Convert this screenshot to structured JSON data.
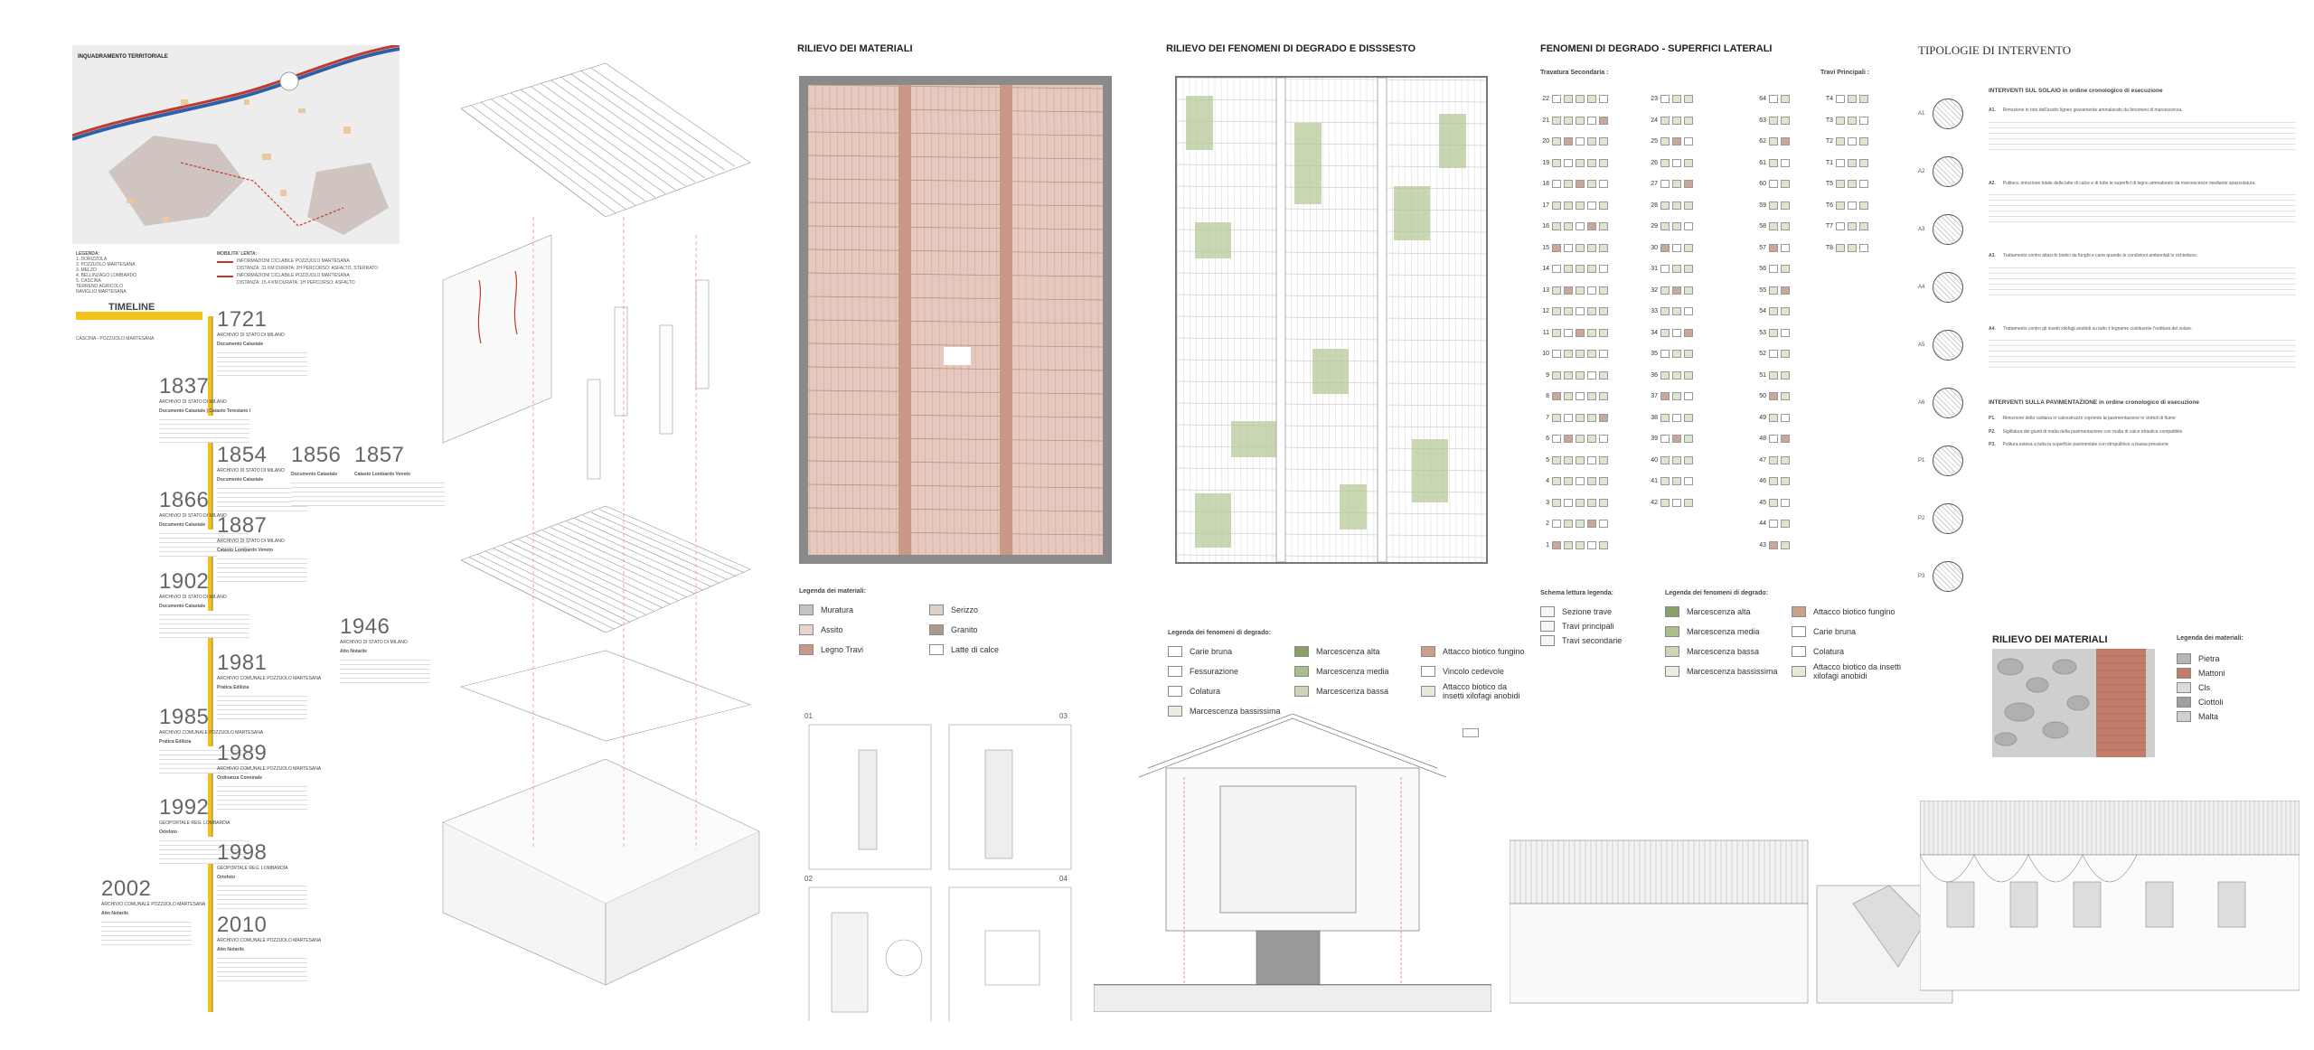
{
  "map": {
    "title": "INQUADRAMENTO TERRITORIALE",
    "legend_title": "LEGENDA:",
    "legend_items": [
      "1. DORIZZOLA",
      "2. POZZUOLO MARTESANA",
      "3. MELZO",
      "4. BELLINZAGO LOMBARDO",
      "5. CASCINA",
      "TERRENO AGRICOLO",
      "NAVIGLIO MARTESANA"
    ],
    "mobility_title": "MOBILITA' LENTA:",
    "mobility_items": [
      "INFORMAZIONI CICLABILE POZZUOLO MARTESANA",
      "DISTANZA: 31 KM DURATA: 2H PERCORSO: ASFALTO, STERRATO",
      "INFORMAZIONI CICLABILE POZZUOLO MARTESANA",
      "DISTANZA: 15.4 KM DURATA: 1H PERCORSO: ASFALTO"
    ]
  },
  "timeline": {
    "title": "TIMELINE",
    "subtitle": "CASCINA - POZZUOLO MARTESANA",
    "entries": [
      {
        "year": "1721",
        "label": "ARCHIVIO DI STATO DI MILANO",
        "doc": "Documento Catastale"
      },
      {
        "year": "1837",
        "label": "ARCHIVIO DI STATO DI MILANO",
        "doc": "Documento Catastale | Catasto Teresiano I"
      },
      {
        "year": "1854",
        "label": "ARCHIVIO DI STATO DI MILANO",
        "doc": "Documento Catastale"
      },
      {
        "year": "1856",
        "label": "",
        "doc": "Documento Catastale"
      },
      {
        "year": "1857",
        "label": "",
        "doc": "Catasto Lombardo Veneto"
      },
      {
        "year": "1866",
        "label": "ARCHIVIO DI STATO DI MILANO",
        "doc": "Documento Catastale"
      },
      {
        "year": "1887",
        "label": "ARCHIVIO DI STATO DI MILANO",
        "doc": "Catasto Lombardo Veneto"
      },
      {
        "year": "1902",
        "label": "ARCHIVIO DI STATO DI MILANO",
        "doc": "Documento Catastale"
      },
      {
        "year": "1946",
        "label": "ARCHIVIO DI STATO DI MILANO",
        "doc": "Atto Notarile"
      },
      {
        "year": "1981",
        "label": "ARCHIVIO COMUNALE POZZUOLO MARTESANA",
        "doc": "Pratica Edilizia"
      },
      {
        "year": "1985",
        "label": "ARCHIVIO COMUNALE POZZUOLO MARTESANA",
        "doc": "Pratica Edilizia"
      },
      {
        "year": "1989",
        "label": "ARCHIVIO COMUNALE POZZUOLO MARTESANA",
        "doc": "Ordinanza Comunale"
      },
      {
        "year": "1992",
        "label": "GEOPORTALE REG. LOMBARDIA",
        "doc": "Ortofoto"
      },
      {
        "year": "1998",
        "label": "GEOPORTALE REG. LOMBARDIA",
        "doc": "Ortofoto"
      },
      {
        "year": "2002",
        "label": "ARCHIVIO COMUNALE POZZUOLO MARTESANA",
        "doc": "Atto Notarile"
      },
      {
        "year": "2010",
        "label": "ARCHIVIO COMUNALE POZZUOLO MARTESANA",
        "doc": "Atto Notarile"
      }
    ]
  },
  "materials": {
    "title": "RILIEVO DEI MATERIALI",
    "legend_title": "Legenda dei materiali:",
    "legend": [
      {
        "label": "Muratura",
        "color": "#c4c4c4"
      },
      {
        "label": "Serizzo",
        "color": "#ddd0c6"
      },
      {
        "label": "Assito",
        "color": "#ead3cd"
      },
      {
        "label": "Granito",
        "color": "#a99a90"
      },
      {
        "label": "Legno Travi",
        "color": "#c99888"
      },
      {
        "label": "Latte di calce",
        "color": "#ffffff"
      }
    ],
    "section_labels": [
      "01",
      "03",
      "02",
      "04"
    ]
  },
  "degrado": {
    "title": "RILIEVO DEI FENOMENI DI DEGRADO E DISSSESTO",
    "legend_title": "Legenda dei fenomeni di degrado:",
    "legend": [
      {
        "label": "Carie bruna",
        "color": "#ffffff"
      },
      {
        "label": "Marcescenza alta",
        "color": "#8aa06a"
      },
      {
        "label": "Attacco biotico fungino",
        "color": "#c9a08a"
      },
      {
        "label": "Fessurazione",
        "color": "#ffffff"
      },
      {
        "label": "Marcescenza media",
        "color": "#aabd8c"
      },
      {
        "label": "Vincolo cedevole",
        "color": "#ffffff"
      },
      {
        "label": "Colatura",
        "color": "#ffffff"
      },
      {
        "label": "Marcescenza bassa",
        "color": "#ccd8b4"
      },
      {
        "label": "Attacco biotico da insetti xilofagi anobidi",
        "color": "#e4ecd8"
      },
      {
        "label": "Marcescenza bassissima",
        "color": "#e8eee0"
      }
    ]
  },
  "superfici": {
    "title": "FENOMENI DI DEGRADO - SUPERFICI LATERALI",
    "secondaria_title": "Travatura Secondaria :",
    "principali_title": "Travi Principali :",
    "col1": [
      "22",
      "21",
      "20",
      "19",
      "18",
      "17",
      "16",
      "15",
      "14",
      "13",
      "12",
      "11",
      "10",
      "9",
      "8",
      "7",
      "6",
      "5",
      "4",
      "3",
      "2",
      "1"
    ],
    "col2": [
      "23",
      "24",
      "25",
      "26",
      "27",
      "28",
      "29",
      "30",
      "31",
      "32",
      "33",
      "34",
      "35",
      "36",
      "37",
      "38",
      "39",
      "40",
      "41",
      "42"
    ],
    "col3": [
      "64",
      "63",
      "62",
      "61",
      "60",
      "59",
      "58",
      "57",
      "56",
      "55",
      "54",
      "53",
      "52",
      "51",
      "50",
      "49",
      "48",
      "47",
      "46",
      "45",
      "44",
      "43"
    ],
    "travi": [
      "T4",
      "T3",
      "T2",
      "T1",
      "T5",
      "T6",
      "T7",
      "T8"
    ],
    "schema_title": "Schema lettura legenda:",
    "schema": [
      "Sezione trave",
      "Travi principali",
      "Travi secondarie"
    ],
    "legend_title": "Legenda dei fenomeni di degrado:",
    "legend": [
      {
        "label": "Marcescenza alta",
        "color": "#8aa06a"
      },
      {
        "label": "Attacco biotico fungino",
        "color": "#c9a08a"
      },
      {
        "label": "Marcescenza media",
        "color": "#aabd8c"
      },
      {
        "label": "Carie bruna",
        "color": "#ffffff"
      },
      {
        "label": "Marcescenza bassa",
        "color": "#ccd8b4"
      },
      {
        "label": "Colatura",
        "color": "#ffffff"
      },
      {
        "label": "Marcescenza bassissima",
        "color": "#e8eee0"
      },
      {
        "label": "Attacco biotico da insetti xilofagi anobidi",
        "color": "#e4ecd8"
      }
    ]
  },
  "interventi": {
    "title": "TIPOLOGIE DI INTERVENTO",
    "solaio_title": "INTERVENTI SUL SOLAIO in ordine cronologico di esecuzione",
    "items": [
      {
        "code": "A1.",
        "text": "Rimozione in toto dell'assito ligneo gravemente ammalorato da fenomeni di marcescenza."
      },
      {
        "code": "A2.",
        "text": "Pulitura: rimozione totale della latte di calce e di tutte le superfici di legno ammalorato da marcescenze mediante spazzolatura."
      },
      {
        "code": "A3.",
        "text": "Trattamento contro attacchi biotici da funghi e carie quando le condizioni ambientali lo richiedono."
      },
      {
        "code": "A4.",
        "text": "Trattamento contro gli insetti xilofagi anobidi su tutto il legname costituente l'orditura del solaio."
      }
    ],
    "pav_title": "INTERVENTI SULLA PAVIMENTAZIONE in ordine cronologico di esecuzione",
    "pav_items": [
      {
        "code": "P1.",
        "text": "Rimozione della caldana in calcestruzzo coprente la pavimentazione in ciottoli di fiume"
      },
      {
        "code": "P2.",
        "text": "Sigillatura dei giunti di malta della pavimentazione con malta di calce idraulica compatibile"
      },
      {
        "code": "P3.",
        "text": "Pulitura estesa a tutta la superficie pavimentale con idropulitrice a bassa pressione"
      }
    ],
    "icon_codes": [
      "A1",
      "A2",
      "A3",
      "A4",
      "A5",
      "A6",
      "P1",
      "P2",
      "P3"
    ]
  },
  "rilievo2": {
    "title": "RILIEVO DEI MATERIALI",
    "legend_title": "Legenda dei materiali:",
    "legend": [
      {
        "label": "Pietra",
        "color": "#b5b5b5"
      },
      {
        "label": "Mattoni",
        "color": "#c47d6a"
      },
      {
        "label": "Cls",
        "color": "#dcdcdc"
      },
      {
        "label": "Ciottoli",
        "color": "#9f9f9f"
      },
      {
        "label": "Malta",
        "color": "#cfcfcf"
      }
    ]
  }
}
